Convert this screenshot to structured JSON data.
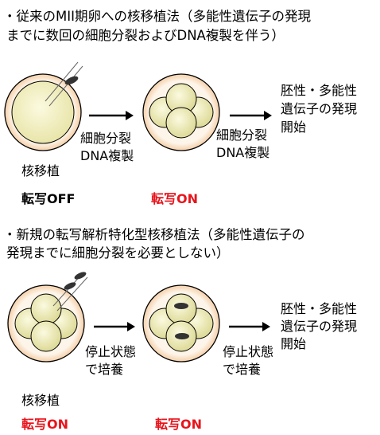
{
  "section1": {
    "heading_line1": "・従来のMII期卵への核移植法（多能性遺伝子の発現",
    "heading_line2": "までに数回の細胞分裂およびDNA複製を伴う）",
    "arrow1_label_line1": "細胞分裂",
    "arrow1_label_line2": "DNA複製",
    "arrow2_label_line1": "細胞分裂",
    "arrow2_label_line2": "DNA複製",
    "result_line1": "胚性・多能性",
    "result_line2": "遺伝子の発現",
    "result_line3": "開始",
    "caption": "核移植",
    "status1": "転写OFF",
    "status2": "転写ON"
  },
  "section2": {
    "heading_line1": "・新規の転写解析特化型核移植法（多能性遺伝子の",
    "heading_line2": "発現までに細胞分裂を必要としない）",
    "arrow1_label_line1": "停止状態",
    "arrow1_label_line2": "で培養",
    "arrow2_label_line1": "停止状態",
    "arrow2_label_line2": "で培養",
    "result_line1": "胚性・多能性",
    "result_line2": "遺伝子の発現",
    "result_line3": "開始",
    "caption": "核移植",
    "status1": "転写ON",
    "status2": "転写ON"
  },
  "colors": {
    "cell_fill": "#f4f2c8",
    "zona_fill": "#fbe8d2",
    "outline": "#000000",
    "nucleus": "#333333",
    "status_red": "#e8141c"
  }
}
